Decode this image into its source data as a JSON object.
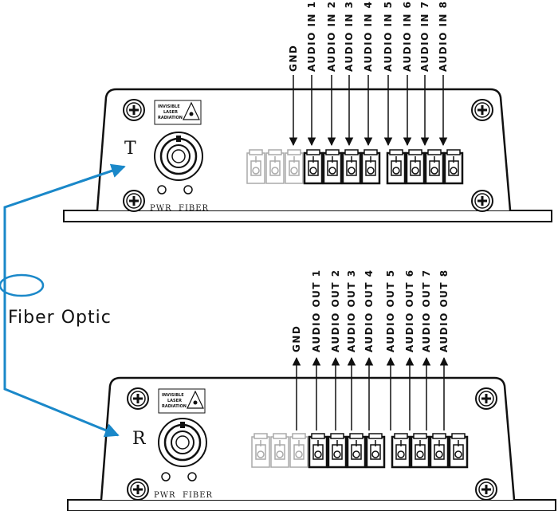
{
  "transmitter": {
    "unit_letter": "T",
    "warning_lines": [
      "INVISIBLE",
      "LASER",
      "RADIATION"
    ],
    "led_labels": [
      "PWR",
      "FIBER"
    ],
    "terminal_labels": [
      "GND",
      "AUDIO IN 1",
      "AUDIO IN 2",
      "AUDIO IN 3",
      "AUDIO IN 4",
      "AUDIO IN 5",
      "AUDIO IN 6",
      "AUDIO IN 7",
      "AUDIO IN 8"
    ]
  },
  "receiver": {
    "unit_letter": "R",
    "warning_lines": [
      "INVISIBLE",
      "LASER",
      "RADIATION"
    ],
    "led_labels": [
      "PWR",
      "FIBER"
    ],
    "terminal_labels": [
      "GND",
      "AUDIO OUT 1",
      "AUDIO OUT 2",
      "AUDIO OUT 3",
      "AUDIO OUT 4",
      "AUDIO OUT 5",
      "AUDIO OUT 6",
      "AUDIO OUT 7",
      "AUDIO OUT 8"
    ]
  },
  "fiber": {
    "label": "Fiber Optic",
    "color": "#1a88c9"
  }
}
